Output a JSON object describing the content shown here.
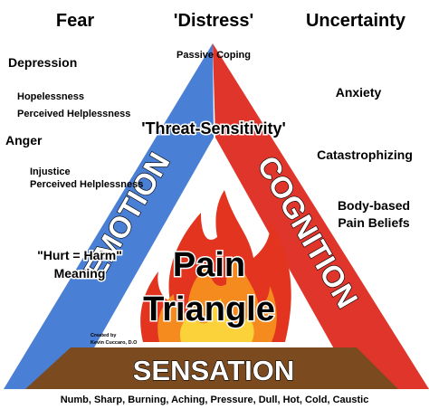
{
  "top_labels": {
    "left": "Fear",
    "center": "'Distress'",
    "right": "Uncertainty",
    "passive_coping": "Passive Coping"
  },
  "emotion_side": {
    "label": "EMOTION",
    "color": "#4a7fd6",
    "items": [
      "Depression",
      "Hopelessness",
      "Perceived Helplessness",
      "Anger",
      "Injustice",
      "Perceived Helplessness",
      "\"Hurt = Harm\"",
      "Meaning"
    ]
  },
  "cognition_side": {
    "label": "COGNITION",
    "color": "#e0352b",
    "items": [
      "Anxiety",
      "Catastrophizing",
      "Body-based",
      "Pain Beliefs"
    ]
  },
  "center": {
    "threat": "'Threat-Sensitivity'",
    "title_line1": "Pain",
    "title_line2": "Triangle",
    "flame_icon": "fire-icon"
  },
  "sensation_side": {
    "label": "SENSATION",
    "color": "#7b4a1e",
    "descriptors": "Numb, Sharp, Burning, Aching, Pressure, Dull, Hot, Cold, Caustic"
  },
  "credit": {
    "line1": "Created by",
    "line2": "Kevin Cuccaro, D.O"
  }
}
